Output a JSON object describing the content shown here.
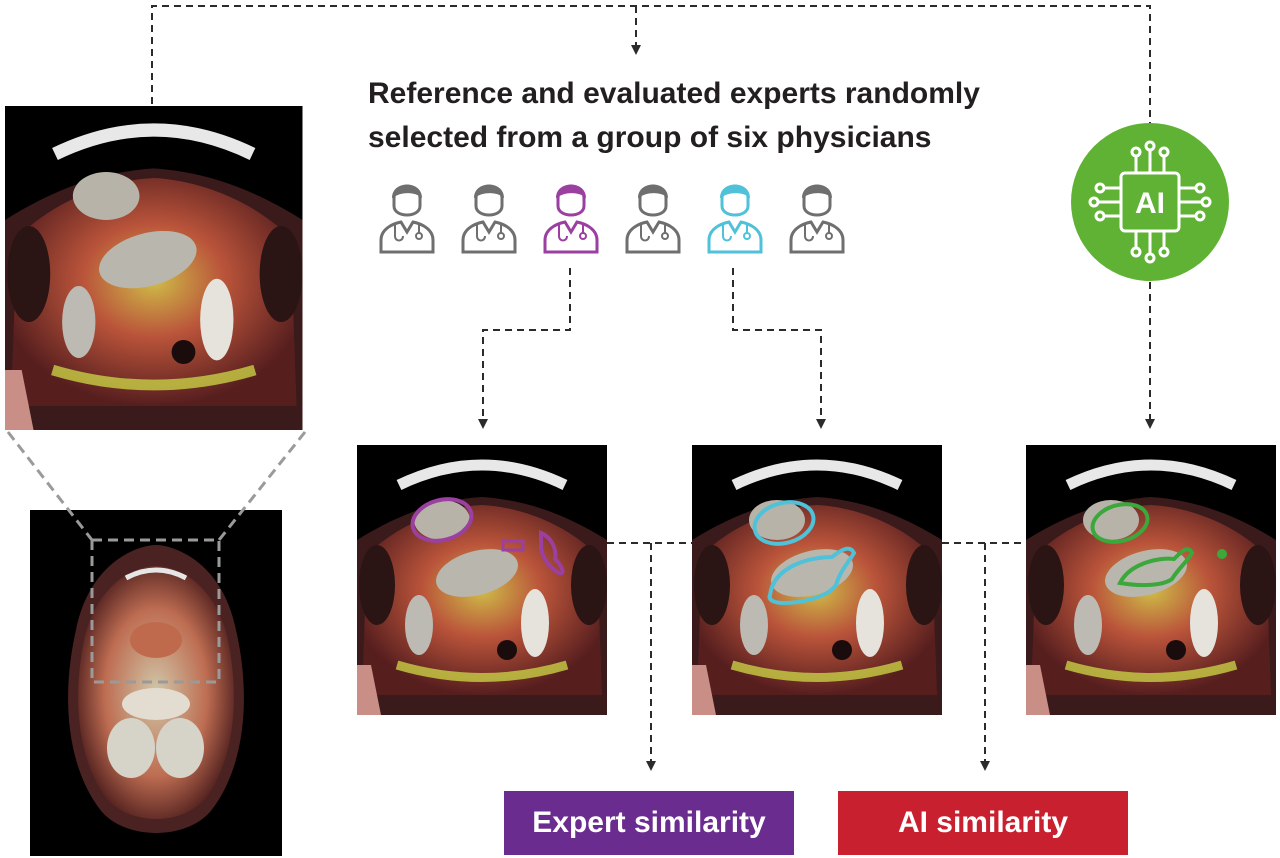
{
  "title": {
    "line1": "Reference and evaluated experts randomly",
    "line2": "selected from a group of six physicians"
  },
  "ai_badge": {
    "label": "AI",
    "color": "#5fb233"
  },
  "physicians": [
    {
      "name": "physician-1",
      "color": "#6f6f6f",
      "selected": false
    },
    {
      "name": "physician-2",
      "color": "#6f6f6f",
      "selected": false
    },
    {
      "name": "physician-3",
      "color": "#9b3fa0",
      "selected": true,
      "role": "reference"
    },
    {
      "name": "physician-4",
      "color": "#6f6f6f",
      "selected": false
    },
    {
      "name": "physician-5",
      "color": "#4fc1d8",
      "selected": true,
      "role": "evaluated"
    },
    {
      "name": "physician-6",
      "color": "#6f6f6f",
      "selected": false
    }
  ],
  "contour_colors": {
    "reference": "#9b3fa0",
    "evaluated": "#4fc1d8",
    "ai": "#3aa83a"
  },
  "results": {
    "expert_similarity": {
      "label": "Expert similarity",
      "color": "#6b2c8f"
    },
    "ai_similarity": {
      "label": "AI similarity",
      "color": "#c8202f"
    }
  }
}
